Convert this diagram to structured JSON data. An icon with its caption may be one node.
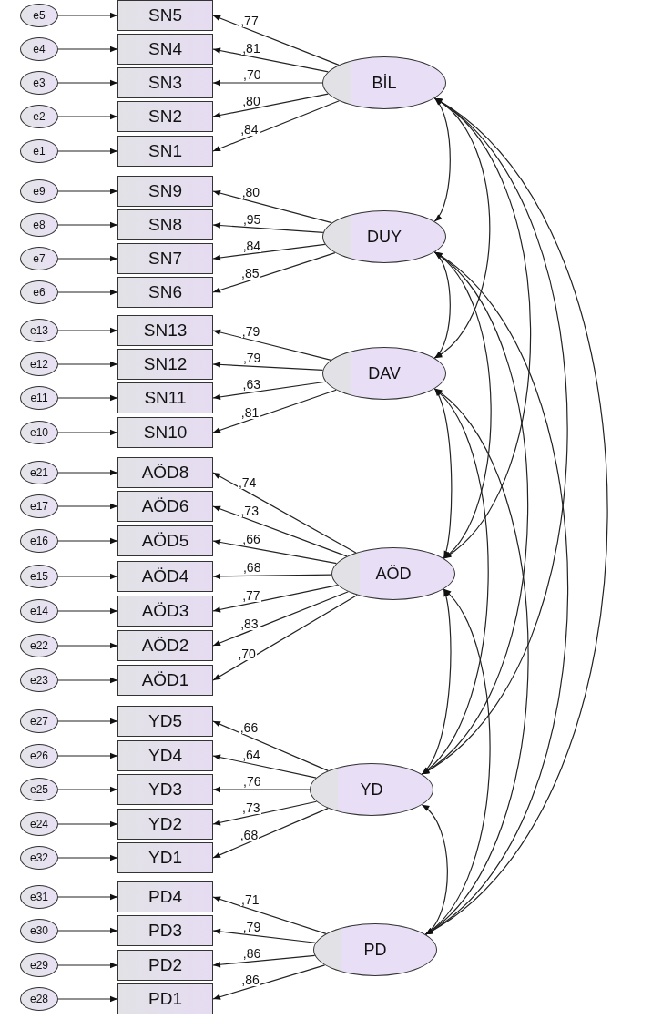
{
  "diagram": {
    "nodes": [
      {
        "text": [
          "e5"
        ]
      },
      {
        "text": [
          "SN5"
        ]
      },
      {
        "text": [
          "e4"
        ]
      },
      {
        "text": [
          "SN4"
        ]
      },
      {
        "text": [
          "e3"
        ]
      },
      {
        "text": [
          "SN3"
        ]
      },
      {
        "text": [
          "e2"
        ]
      },
      {
        "text": [
          "SN2"
        ]
      },
      {
        "text": [
          "e1"
        ]
      },
      {
        "text": [
          "SN1"
        ]
      },
      {
        "text": [
          "BİL"
        ]
      },
      {
        "text": [
          "e9"
        ]
      },
      {
        "text": [
          "SN9"
        ]
      },
      {
        "text": [
          "e8"
        ]
      },
      {
        "text": [
          "SN8"
        ]
      },
      {
        "text": [
          "e7"
        ]
      },
      {
        "text": [
          "SN7"
        ]
      },
      {
        "text": [
          "e6"
        ]
      },
      {
        "text": [
          "SN6"
        ]
      },
      {
        "text": [
          "DUY"
        ]
      },
      {
        "text": [
          "e13"
        ]
      },
      {
        "text": [
          "SN13"
        ]
      },
      {
        "text": [
          "e12"
        ]
      },
      {
        "text": [
          "SN12"
        ]
      },
      {
        "text": [
          "e11"
        ]
      },
      {
        "text": [
          "SN11"
        ]
      },
      {
        "text": [
          "e10"
        ]
      },
      {
        "text": [
          "SN10"
        ]
      },
      {
        "text": [
          "DAV"
        ]
      },
      {
        "text": [
          "e21"
        ]
      },
      {
        "text": [
          "AÖD8"
        ]
      },
      {
        "text": [
          "e17"
        ]
      },
      {
        "text": [
          "AÖD6"
        ]
      },
      {
        "text": [
          "e16"
        ]
      },
      {
        "text": [
          "AÖD5"
        ]
      },
      {
        "text": [
          "e15"
        ]
      },
      {
        "text": [
          "AÖD4"
        ]
      },
      {
        "text": [
          "e14"
        ]
      },
      {
        "text": [
          "AÖD3"
        ]
      },
      {
        "text": [
          "e22"
        ]
      },
      {
        "text": [
          "AÖD2"
        ]
      },
      {
        "text": [
          "e23"
        ]
      },
      {
        "text": [
          "AÖD1"
        ]
      },
      {
        "text": [
          "AÖD"
        ]
      },
      {
        "text": [
          "e27"
        ]
      },
      {
        "text": [
          "YD5"
        ]
      },
      {
        "text": [
          "e26"
        ]
      },
      {
        "text": [
          "YD4"
        ]
      },
      {
        "text": [
          "e25"
        ]
      },
      {
        "text": [
          "YD3"
        ]
      },
      {
        "text": [
          "e24"
        ]
      },
      {
        "text": [
          "YD2"
        ]
      },
      {
        "text": [
          "e32"
        ]
      },
      {
        "text": [
          "YD1"
        ]
      },
      {
        "text": [
          "YD"
        ]
      },
      {
        "text": [
          "e31"
        ]
      },
      {
        "text": [
          "PD4"
        ]
      },
      {
        "text": [
          "e30"
        ]
      },
      {
        "text": [
          "PD3"
        ]
      },
      {
        "text": [
          "e29"
        ]
      },
      {
        "text": [
          "PD2"
        ]
      },
      {
        "text": [
          "e28"
        ]
      },
      {
        "text": [
          "PD1"
        ]
      },
      {
        "text": [
          "PD"
        ]
      }
    ],
    "edges": [
      {
        "from": 0,
        "to": 1,
        "arrow": "to"
      },
      {
        "from": 2,
        "to": 3,
        "arrow": "to"
      },
      {
        "from": 4,
        "to": 5,
        "arrow": "to"
      },
      {
        "from": 6,
        "to": 7,
        "arrow": "to"
      },
      {
        "from": 8,
        "to": 9,
        "arrow": "to"
      },
      {
        "from": 10,
        "to": 1,
        "arrow": "to",
        "label": ",77"
      },
      {
        "from": 10,
        "to": 3,
        "arrow": "to",
        "label": ",81"
      },
      {
        "from": 10,
        "to": 5,
        "arrow": "to",
        "label": ",70"
      },
      {
        "from": 10,
        "to": 7,
        "arrow": "to",
        "label": ",80"
      },
      {
        "from": 10,
        "to": 9,
        "arrow": "to",
        "label": ",84"
      },
      {
        "from": 11,
        "to": 12,
        "arrow": "to"
      },
      {
        "from": 13,
        "to": 14,
        "arrow": "to"
      },
      {
        "from": 15,
        "to": 16,
        "arrow": "to"
      },
      {
        "from": 17,
        "to": 18,
        "arrow": "to"
      },
      {
        "from": 19,
        "to": 12,
        "arrow": "to",
        "label": ",80"
      },
      {
        "from": 19,
        "to": 14,
        "arrow": "to",
        "label": ",95"
      },
      {
        "from": 19,
        "to": 16,
        "arrow": "to",
        "label": ",84"
      },
      {
        "from": 19,
        "to": 18,
        "arrow": "to",
        "label": ",85"
      },
      {
        "from": 20,
        "to": 21,
        "arrow": "to"
      },
      {
        "from": 22,
        "to": 23,
        "arrow": "to"
      },
      {
        "from": 24,
        "to": 25,
        "arrow": "to"
      },
      {
        "from": 26,
        "to": 27,
        "arrow": "to"
      },
      {
        "from": 28,
        "to": 21,
        "arrow": "to",
        "label": ",79"
      },
      {
        "from": 28,
        "to": 23,
        "arrow": "to",
        "label": ",79"
      },
      {
        "from": 28,
        "to": 25,
        "arrow": "to",
        "label": ",63"
      },
      {
        "from": 28,
        "to": 27,
        "arrow": "to",
        "label": ",81"
      },
      {
        "from": 29,
        "to": 30,
        "arrow": "to"
      },
      {
        "from": 31,
        "to": 32,
        "arrow": "to"
      },
      {
        "from": 33,
        "to": 34,
        "arrow": "to"
      },
      {
        "from": 35,
        "to": 36,
        "arrow": "to"
      },
      {
        "from": 37,
        "to": 38,
        "arrow": "to"
      },
      {
        "from": 39,
        "to": 40,
        "arrow": "to"
      },
      {
        "from": 41,
        "to": 42,
        "arrow": "to"
      },
      {
        "from": 43,
        "to": 30,
        "arrow": "to",
        "label": ",74"
      },
      {
        "from": 43,
        "to": 32,
        "arrow": "to",
        "label": ",73"
      },
      {
        "from": 43,
        "to": 34,
        "arrow": "to",
        "label": ",66"
      },
      {
        "from": 43,
        "to": 36,
        "arrow": "to",
        "label": ",68"
      },
      {
        "from": 43,
        "to": 38,
        "arrow": "to",
        "label": ",77"
      },
      {
        "from": 43,
        "to": 40,
        "arrow": "to",
        "label": ",83"
      },
      {
        "from": 43,
        "to": 42,
        "arrow": "to",
        "label": ",70"
      },
      {
        "from": 44,
        "to": 45,
        "arrow": "to"
      },
      {
        "from": 46,
        "to": 47,
        "arrow": "to"
      },
      {
        "from": 48,
        "to": 49,
        "arrow": "to"
      },
      {
        "from": 50,
        "to": 51,
        "arrow": "to"
      },
      {
        "from": 52,
        "to": 53,
        "arrow": "to"
      },
      {
        "from": 54,
        "to": 45,
        "arrow": "to",
        "label": ",66"
      },
      {
        "from": 54,
        "to": 47,
        "arrow": "to",
        "label": ",64"
      },
      {
        "from": 54,
        "to": 49,
        "arrow": "to",
        "label": ",76"
      },
      {
        "from": 54,
        "to": 51,
        "arrow": "to",
        "label": ",73"
      },
      {
        "from": 54,
        "to": 53,
        "arrow": "to",
        "label": ",68"
      },
      {
        "from": 55,
        "to": 56,
        "arrow": "to"
      },
      {
        "from": 57,
        "to": 58,
        "arrow": "to"
      },
      {
        "from": 59,
        "to": 60,
        "arrow": "to"
      },
      {
        "from": 61,
        "to": 62,
        "arrow": "to"
      },
      {
        "from": 63,
        "to": 56,
        "arrow": "to",
        "label": ",71"
      },
      {
        "from": 63,
        "to": 58,
        "arrow": "to",
        "label": ",79"
      },
      {
        "from": 63,
        "to": 60,
        "arrow": "to",
        "label": ",86"
      },
      {
        "from": 63,
        "to": 62,
        "arrow": "to",
        "label": ",86"
      },
      {
        "from": 10,
        "to": 19,
        "arrow": "both"
      },
      {
        "from": 10,
        "to": 28,
        "arrow": "both"
      },
      {
        "from": 10,
        "to": 43,
        "arrow": "both"
      },
      {
        "from": 10,
        "to": 54,
        "arrow": "both"
      },
      {
        "from": 10,
        "to": 63,
        "arrow": "both"
      },
      {
        "from": 19,
        "to": 28,
        "arrow": "both"
      },
      {
        "from": 19,
        "to": 43,
        "arrow": "both"
      },
      {
        "from": 19,
        "to": 54,
        "arrow": "both"
      },
      {
        "from": 19,
        "to": 63,
        "arrow": "both"
      },
      {
        "from": 28,
        "to": 43,
        "arrow": "both"
      },
      {
        "from": 28,
        "to": 54,
        "arrow": "both"
      },
      {
        "from": 28,
        "to": 63,
        "arrow": "both"
      },
      {
        "from": 43,
        "to": 54,
        "arrow": "both"
      },
      {
        "from": 43,
        "to": 63,
        "arrow": "both"
      },
      {
        "from": 54,
        "to": 63,
        "arrow": "both"
      }
    ]
  }
}
